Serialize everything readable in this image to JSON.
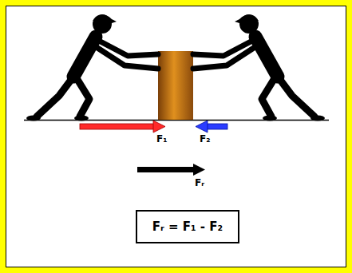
{
  "diagram": {
    "nodes": [
      {
        "text": [
          "Fᵣ = F₁ - F₂"
        ]
      }
    ],
    "labels": [
      "F₁",
      "F₂",
      "Fᵣ"
    ]
  }
}
